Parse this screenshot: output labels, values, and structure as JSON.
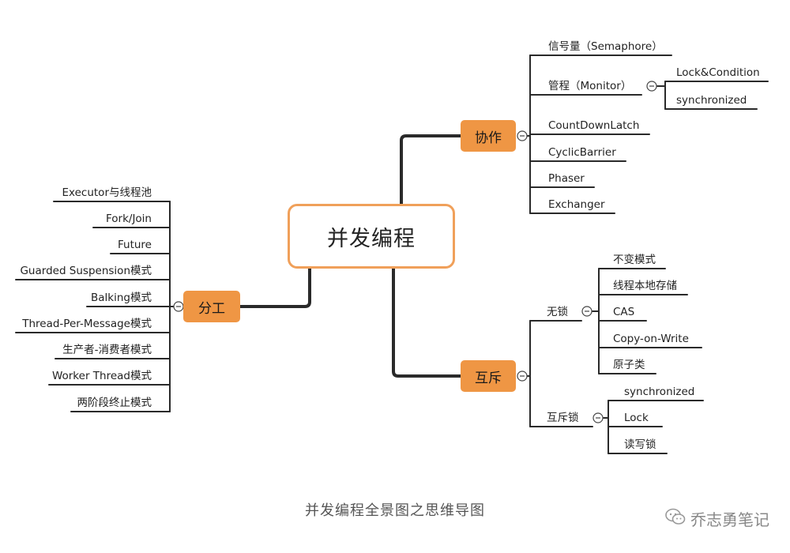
{
  "central": "并发编程",
  "branches": {
    "xiezuo": {
      "label": "协作",
      "items": [
        "信号量（Semaphore）",
        "管程（Monitor）",
        "CountDownLatch",
        "CyclicBarrier",
        "Phaser",
        "Exchanger"
      ],
      "monitor_children": [
        "Lock&Condition",
        "synchronized"
      ]
    },
    "fengong": {
      "label": "分工",
      "items": [
        "Executor与线程池",
        "Fork/Join",
        "Future",
        "Guarded Suspension模式",
        "Balking模式",
        "Thread-Per-Message模式",
        "生产者-消费者模式",
        "Worker Thread模式",
        "两阶段终止模式"
      ]
    },
    "huchi": {
      "label": "互斥",
      "wusuo": {
        "label": "无锁",
        "items": [
          "不变模式",
          "线程本地存储",
          "CAS",
          "Copy-on-Write",
          "原子类"
        ]
      },
      "huchisuo": {
        "label": "互斥锁",
        "items": [
          "synchronized",
          "Lock",
          "读写锁"
        ]
      }
    }
  },
  "caption": "并发编程全景图之思维导图",
  "watermark": "乔志勇笔记",
  "colors": {
    "accent": "#ef9644",
    "border": "#f0a05a",
    "line": "#333333"
  }
}
